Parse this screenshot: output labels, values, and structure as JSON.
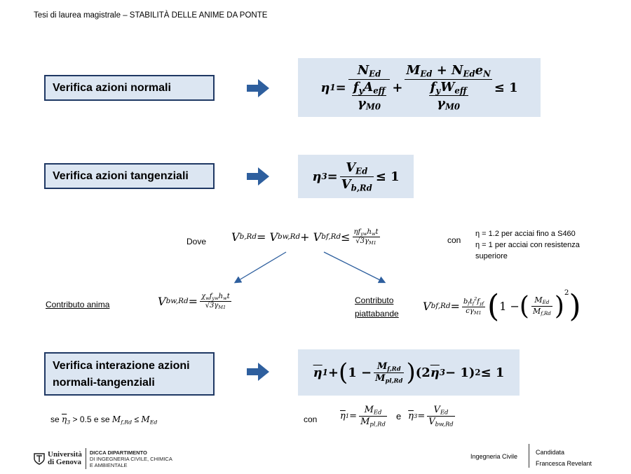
{
  "header": {
    "title": "Tesi di laurea magistrale – STABILITÀ DELLE ANIME DA PONTE"
  },
  "sections": [
    {
      "label": "Verifica azioni normali"
    },
    {
      "label": "Verifica azioni tangenziali"
    },
    {
      "label_line1": "Verifica interazione azioni",
      "label_line2": "normali-tangenziali"
    }
  ],
  "formulas": {
    "eta1": {
      "lhs": "η",
      "lhs_sub": "1",
      "eq": " = ",
      "n1": "N",
      "n1s": "Ed",
      "fy": "f",
      "fys": "y",
      "A": "A",
      "As": "eff",
      "g": "γ",
      "gs": "M0",
      "plus": " + ",
      "n2": "M",
      "n2s": "Ed",
      "n2b": " + N",
      "n2bs": "Ed",
      "e": "e",
      "es": "N",
      "W": "W",
      "Ws": "eff",
      "leq": " ≤ 1"
    },
    "eta3": {
      "lhs": "η",
      "lhs_sub": "3",
      "eq": " = ",
      "num": "V",
      "nums": "Ed",
      "den": "V",
      "dens": "b,Rd",
      "leq": " ≤ 1"
    },
    "vb": {
      "dove": "Dove",
      "lhs": "V",
      "lhs_s": "b,Rd",
      "eq": " = V",
      "s1": "bw,Rd",
      "plus": " + V",
      "s2": "bf,Rd",
      "leq": " ≤ ",
      "num": "ηf",
      "num_s": "yw",
      "num_h": "h",
      "num_hs": "w",
      "num_t": "t",
      "den": "√3γ",
      "den_s": "M1"
    },
    "con": "con",
    "notes": [
      "η = 1.2 per acciai fino a S460",
      "η = 1 per acciai con resistenza",
      "superiore"
    ],
    "anima": {
      "label": "Contributo anima",
      "lhs": "V",
      "lhs_s": "bw,Rd",
      "eq": " = ",
      "num": "χ",
      "num_a": "w",
      "num_f": "f",
      "num_fs": "yw",
      "num_h": "h",
      "num_hs": "w",
      "num_t": "t",
      "den": "√3γ",
      "den_s": "M1"
    },
    "piatt": {
      "label1": "Contributo",
      "label2": "piattabande",
      "lhs": "V",
      "lhs_s": "bf,Rd",
      "eq": " = ",
      "num": "b",
      "num_a": "f",
      "num_t": "t",
      "num_ts": "f",
      "num_sq": "2",
      "num_f": "f",
      "num_fs": "yf",
      "den": "cγ",
      "den_s": "M1",
      "one": "1 − ",
      "mn": "M",
      "mns": "Ed",
      "md": "M",
      "mds": "f,Rd",
      "exp": "2"
    },
    "inter": {
      "eta": "η",
      "s1": "1",
      "plus": " + ",
      "one": "1 − ",
      "mn": "M",
      "mns": "f,Rd",
      "md": "M",
      "mds": "pl,Rd",
      "mid": "(2",
      "eta3": "η",
      "s3": "3",
      "tail": " − 1)",
      "exp": "2",
      "leq": " ≤ 1"
    },
    "cond": {
      "se": "se ",
      "eta": "η",
      "s3": "3",
      "gt": " > 0.5 e se ",
      "M": "M",
      "Ms": "f,Rd",
      "leq": " ≤ ",
      "M2": "M",
      "M2s": "Ed"
    },
    "defs": {
      "con": "con",
      "eta1": "η",
      "s1": "1",
      "eq": " = ",
      "n1": "M",
      "n1s": "Ed",
      "d1": "M",
      "d1s": "pl,Rd",
      "e": "e",
      "eta3": "η",
      "s3": "3",
      "n3": "V",
      "n3s": "Ed",
      "d3": "V",
      "d3s": "bw,Rd"
    }
  },
  "footer": {
    "uni1": "Università",
    "uni2": "di Genova",
    "dept1": "DICCA DIPARTIMENTO",
    "dept2": "DI INGEGNERIA CIVILE, CHIMICA",
    "dept3": "E AMBIENTALE",
    "course": "Ingegneria Civile",
    "cand1": "Candidata",
    "cand2": "Francesca Revelant"
  },
  "colors": {
    "accent": "#2e5f9e",
    "box": "#dbe5f1",
    "border": "#1f3864"
  }
}
